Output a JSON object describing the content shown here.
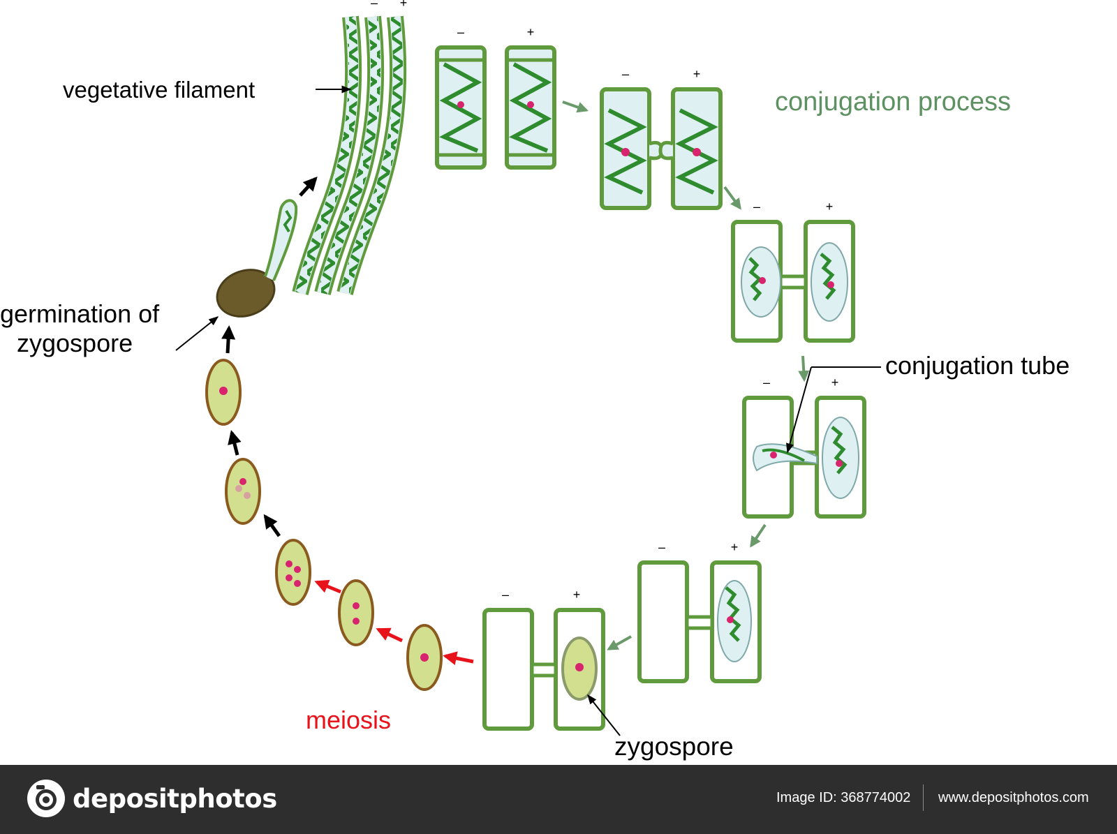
{
  "labels": {
    "vegetative_filament": "vegetative filament",
    "conjugation_process": "conjugation process",
    "conjugation_tube": "conjugation tube",
    "germination_line1": "germination of",
    "germination_line2": "zygospore",
    "meiosis": "meiosis",
    "zygospore": "zygospore"
  },
  "mating_signs": {
    "minus": "–",
    "plus": "+"
  },
  "footer": {
    "brand": "depositphotos",
    "image_id": "Image ID: 368774002",
    "website": "www.depositphotos.com"
  },
  "colors": {
    "cell_wall": "#5f9a3c",
    "cell_wall_dark": "#2f6b1f",
    "cell_fill": "#dff0f2",
    "chloroplast": "#2e8b2e",
    "label_green": "#5e9161",
    "meiosis_red": "#e8121a",
    "zygospore_fill": "#d2df8e",
    "zygospore_rim": "#8a5a1e",
    "nucleus": "#d8236e",
    "germinating_zygospore": "#6b5a2a",
    "footer_bg": "#2e2e2e"
  },
  "icons": [
    "camera-logo-icon"
  ]
}
